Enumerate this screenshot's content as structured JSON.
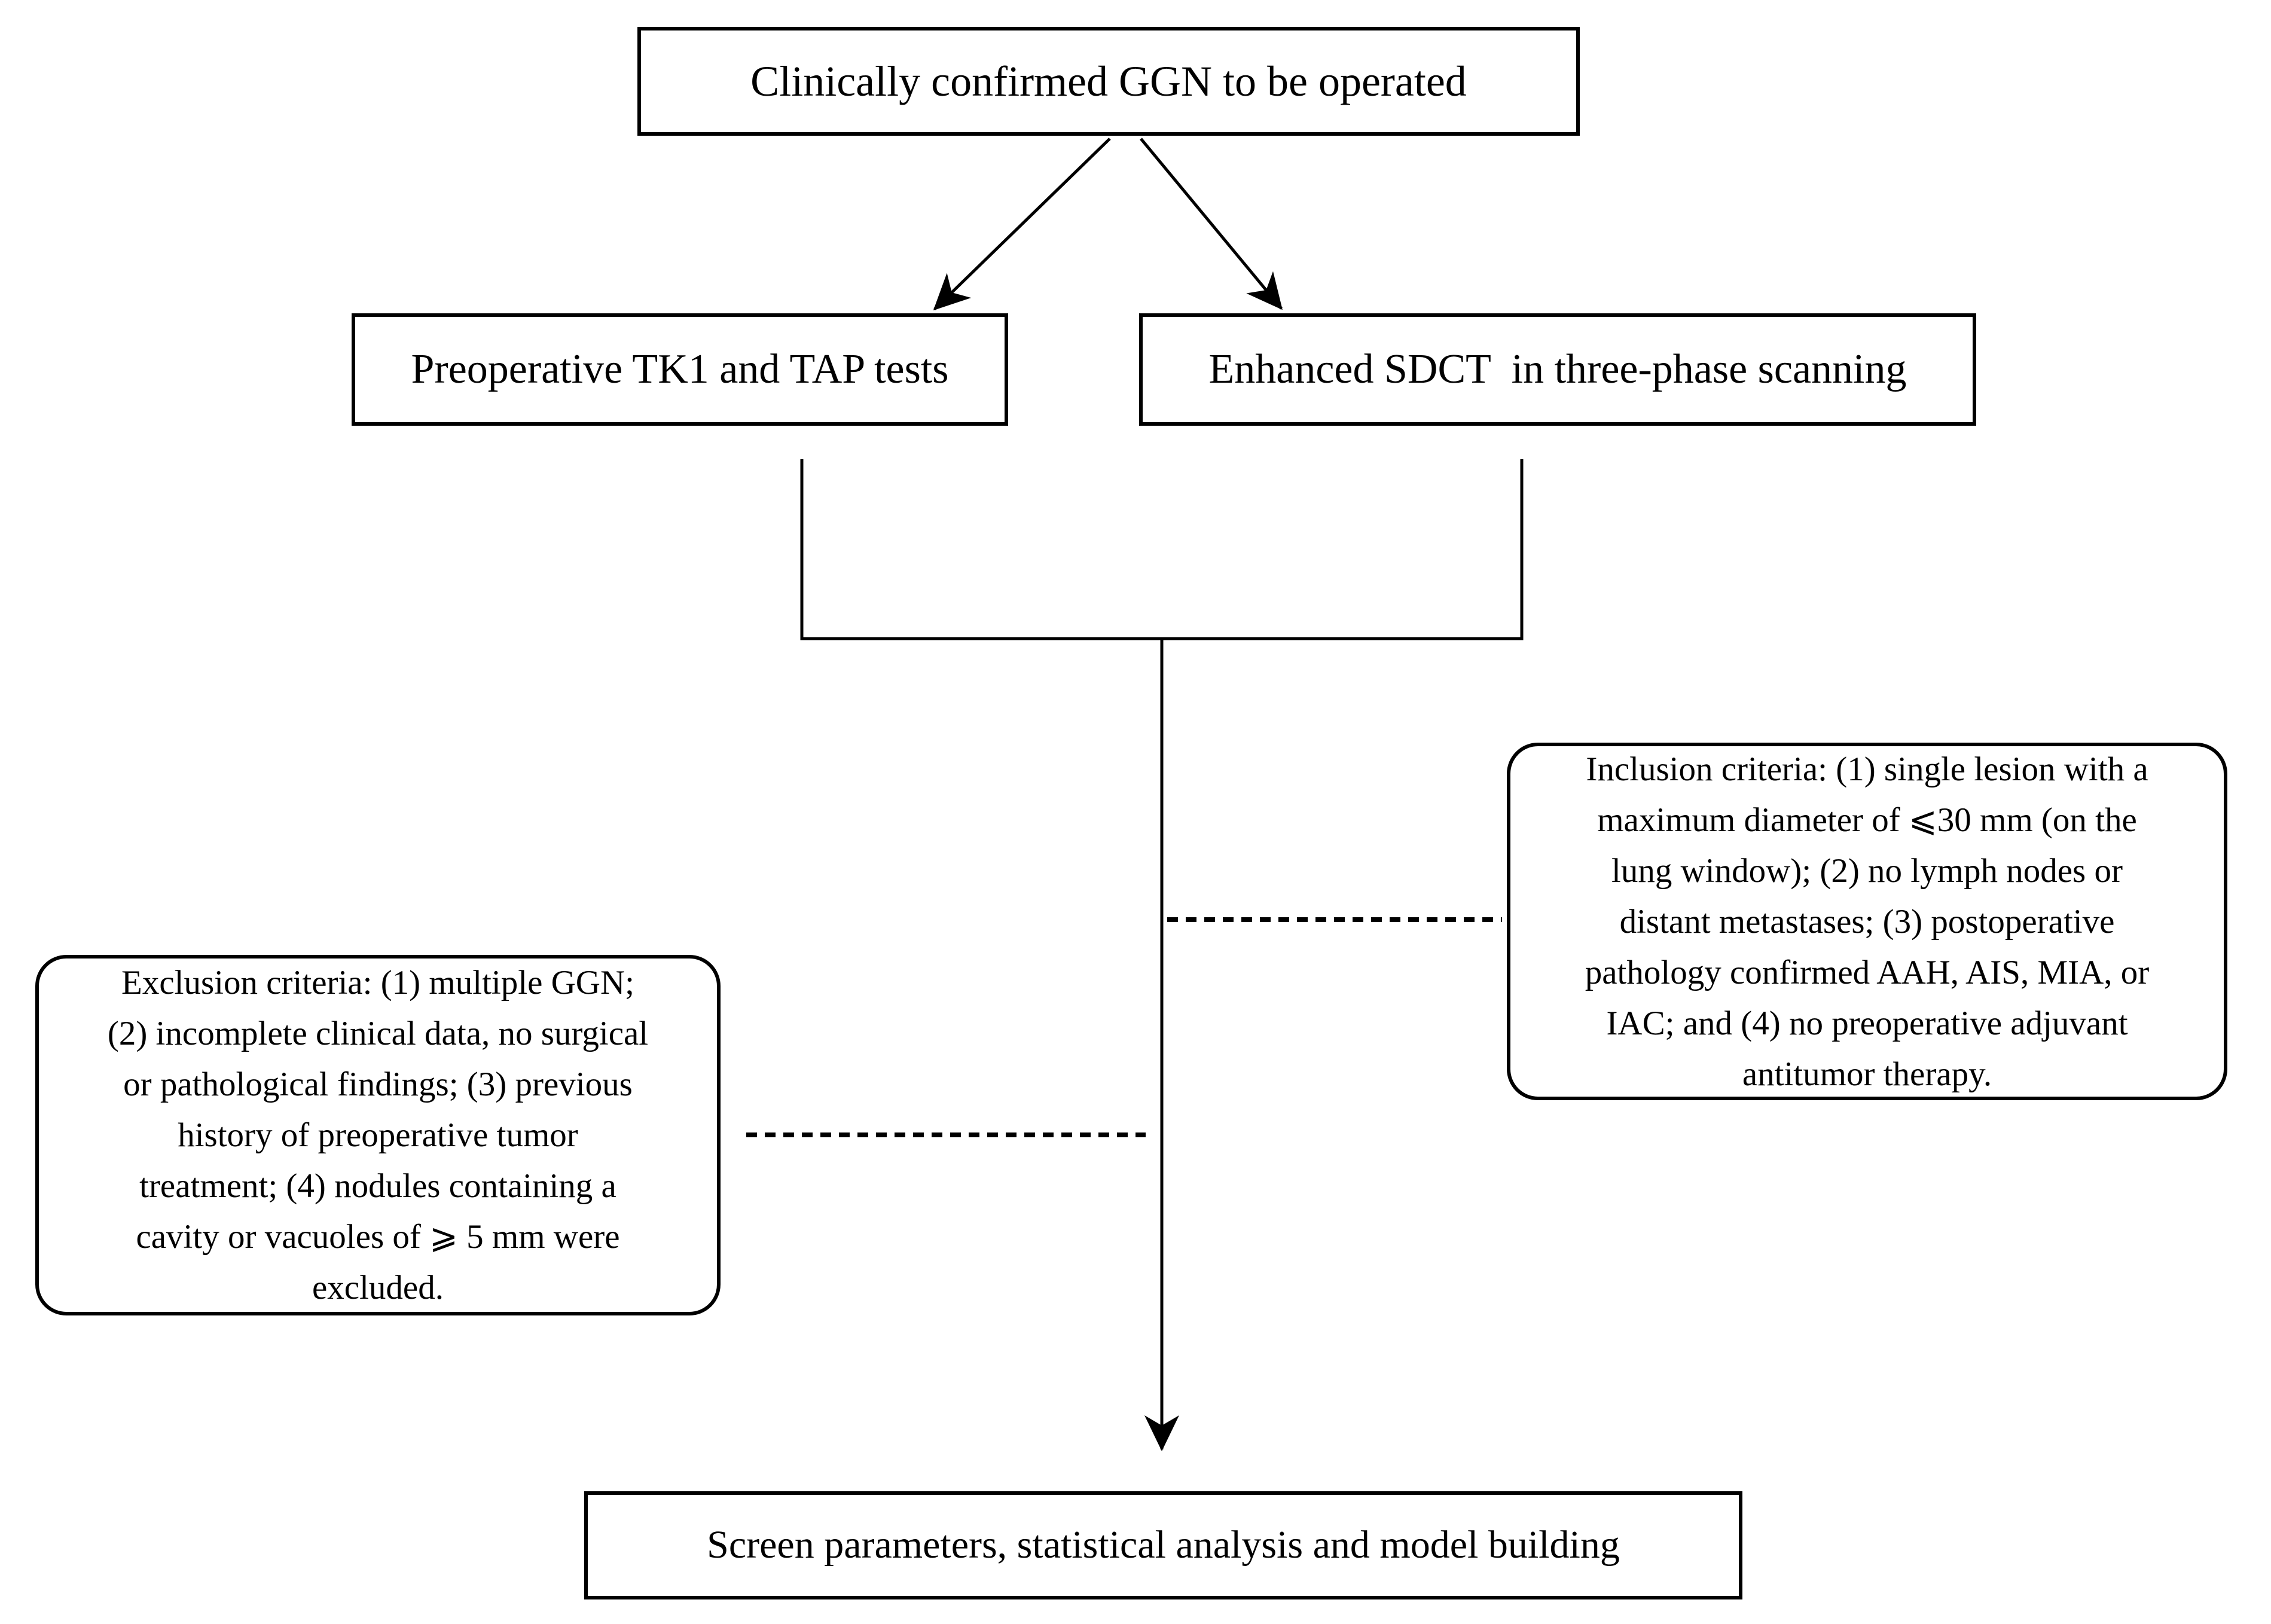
{
  "flowchart": {
    "top_box": {
      "label": "Clinically confirmed GGN to be operated"
    },
    "left_box": {
      "label": "Preoperative TK1 and TAP tests"
    },
    "right_box": {
      "label": "Enhanced SDCT  in three-phase scanning"
    },
    "exclusion_box": {
      "label": "Exclusion criteria: (1) multiple GGN;\n(2) incomplete clinical data, no surgical\nor pathological findings; (3) previous\nhistory of preoperative tumor\ntreatment; (4) nodules containing a\ncavity or vacuoles of ⩾ 5 mm were\nexcluded."
    },
    "inclusion_box": {
      "label": "Inclusion criteria: (1) single lesion with a\nmaximum diameter of ⩽30 mm (on the\nlung window); (2) no lymph nodes or\ndistant metastases; (3) postoperative\npathology confirmed AAH, AIS, MIA, or\nIAC; and (4) no preoperative adjuvant\nantitumor therapy."
    },
    "bottom_box": {
      "label": "Screen parameters, statistical analysis and model building"
    },
    "colors": {
      "ink": "#000000",
      "background": "#ffffff"
    }
  }
}
